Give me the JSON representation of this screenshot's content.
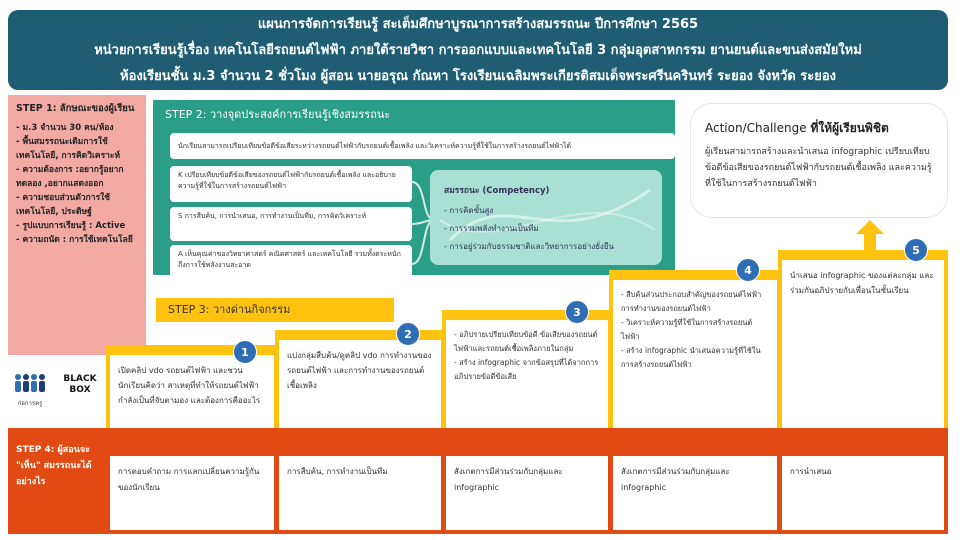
{
  "header": {
    "line1": "แผนการจัดการเรียนรู้ สะเต็มศึกษาบูรณาการสร้างสมรรถนะ ปีการศึกษา 2565",
    "line2": "หน่วยการเรียนรู้เรื่อง เทคโนโลยีรถยนต์ไฟฟ้า ภายใต้รายวิชา การออกแบบและเทคโนโลยี 3 กลุ่มอุตสาหกรรม ยานยนต์และขนส่งสมัยใหม่",
    "line3": "ห้องเรียนชั้น ม.3 จำนวน 2 ชั่วโมง ผู้สอน นายอรุณ กัณหา โรงเรียนเฉลิมพระเกียรติสมเด็จพระศรีนครินทร์ ระยอง จังหวัด ระยอง"
  },
  "step1": {
    "title": "STEP 1: ลักษณะของผู้เรียน",
    "items": [
      "- ม.3 จำนวน 30 คน/ห้อง",
      "- พื้นสมรรถนะเดิมการใช้เทคโนโลยี, การคิดวิเคราะห์",
      "- ความต้องการ :อยากรู้อยากทดลอง ,อยากแสดงออก",
      "- ความชอบส่วนตัวการใช้เทคโนโลยี, ประดิษฐ์",
      "- รูปแบบการเรียนรู้ : Active",
      "- ความถนัด : การใช้เทคโนโลยี"
    ]
  },
  "logos": {
    "left_text": "ก่อการครู",
    "right_text": "BLACK BOX"
  },
  "step2": {
    "title": "STEP 2: วางจุดประสงค์การเรียนรู้เชิงสมรรถนะ",
    "objective_main": "นักเรียนสามารถเปรียบเทียบข้อดีข้อเสียระหว่างรถยนต์ไฟฟ้ากับรถยนต์เชื้อเพลิง และวิเคราะห์ความรู้ที่ใช้ในการสร้างรถยนต์ไฟฟ้าได้",
    "objective_k": "K เปรียบเทียบข้อดีข้อเสียของรถยนต์ไฟฟ้ากับรถยนต์เชื้อเพลิง และอธิบายความรู้ที่ใช้ในการสร้างรถยนต์ไฟฟ้า",
    "objective_s": "S การสืบค้น, การนำเสนอ, การทำงานเป็นทีม, การคิดวิเคราะห์",
    "objective_a": "A เห็นคุณค่าของวิทยาศาสตร์ คณิตศาสตร์ และเทคโนโลยี รวมทั้งตระหนักถึงการใช้พลังงานสะอาด",
    "competency": {
      "title": "สมรรถนะ (Competency)",
      "items": [
        "- การคิดขั้นสูง",
        "- การรวมพลังทำงานเป็นทีม",
        "- การอยู่ร่วมกับธรรมชาติและวิทยาการอย่างยั่งยืน"
      ]
    }
  },
  "action": {
    "title_plain": "Action/Challenge ",
    "title_bold": "ที่ให้ผู้เรียนพิชิต",
    "body": "ผู้เรียนสามารถสร้างและนำเสนอ infographic เปรียบเทียบข้อดีข้อเสียของรถยนต์ไฟฟ้ากับรถยนต์เชื้อเพลิง และความรู้ที่ใช้ในการสร้างรถยนต์ไฟฟ้า"
  },
  "step3": {
    "title": "STEP 3: วางด่านกิจกรรม",
    "activities": [
      {
        "num": "1",
        "text": "เปิดคลิป vdo รถยนต์ไฟฟ้า และชวนนักเรียนคิดว่า สาเหตุที่ทำให้รถยนต์ไฟฟ้ากำลังเป็นที่จับตามอง และต้องการคืออะไร"
      },
      {
        "num": "2",
        "text": "แบ่งกลุ่มสืบค้น/ดูคลิป vdo การทำงานของรถยนต์ไฟฟ้า และการทำงานของรถยนต์เชื้อเพลิง"
      },
      {
        "num": "3",
        "text": "- อภิปรายเปรียบเทียบข้อดี ข้อเสียของรถยนต์ไฟฟ้าและรถยนต์เชื้อเพลิงภายในกลุ่ม\n- สร้าง infographic จากข้อสรุปที่ได้จากการอภิปรายข้อดีข้อเสีย"
      },
      {
        "num": "4",
        "text": "- สืบค้นส่วนประกอบสำคัญของรถยนต์ไฟฟ้า การทำงานของรถยนต์ไฟฟ้า\n- วิเคราะห์ความรู้ที่ใช้ในการสร้างรถยนต์ไฟฟ้า\n- สร้าง infographic นำเสนอความรู้ที่ใช้ในการสร้างรถยนต์ไฟฟ้า"
      },
      {
        "num": "5",
        "text": "นำเสนอ infographic ของแต่ละกลุ่ม และร่วมกันอภิปรายกับเพื่อนในชั้นเรียน"
      }
    ]
  },
  "step4": {
    "label": "STEP 4: ผู้สอนจะ \"เห็น\" สมรรถนะได้อย่างไร",
    "evidence": [
      "การตอบคำถาม การแลกเปลี่ยนความรู้กันของนักเรียน",
      "การสืบค้น, การทำงานเป็นทีม",
      "สังเกตการมีส่วนร่วมกับกลุ่มและ infographic",
      "สังเกตการมีส่วนร่วมกับกลุ่มและ infographic",
      "การนำเสนอ"
    ]
  },
  "colors": {
    "header": "#1f5d73",
    "step1": "#f2aaa3",
    "step2": "#2a9e86",
    "competency": "#a9e0d3",
    "yellow": "#ffc20e",
    "orange": "#e14a12",
    "badge": "#2f6db5"
  }
}
